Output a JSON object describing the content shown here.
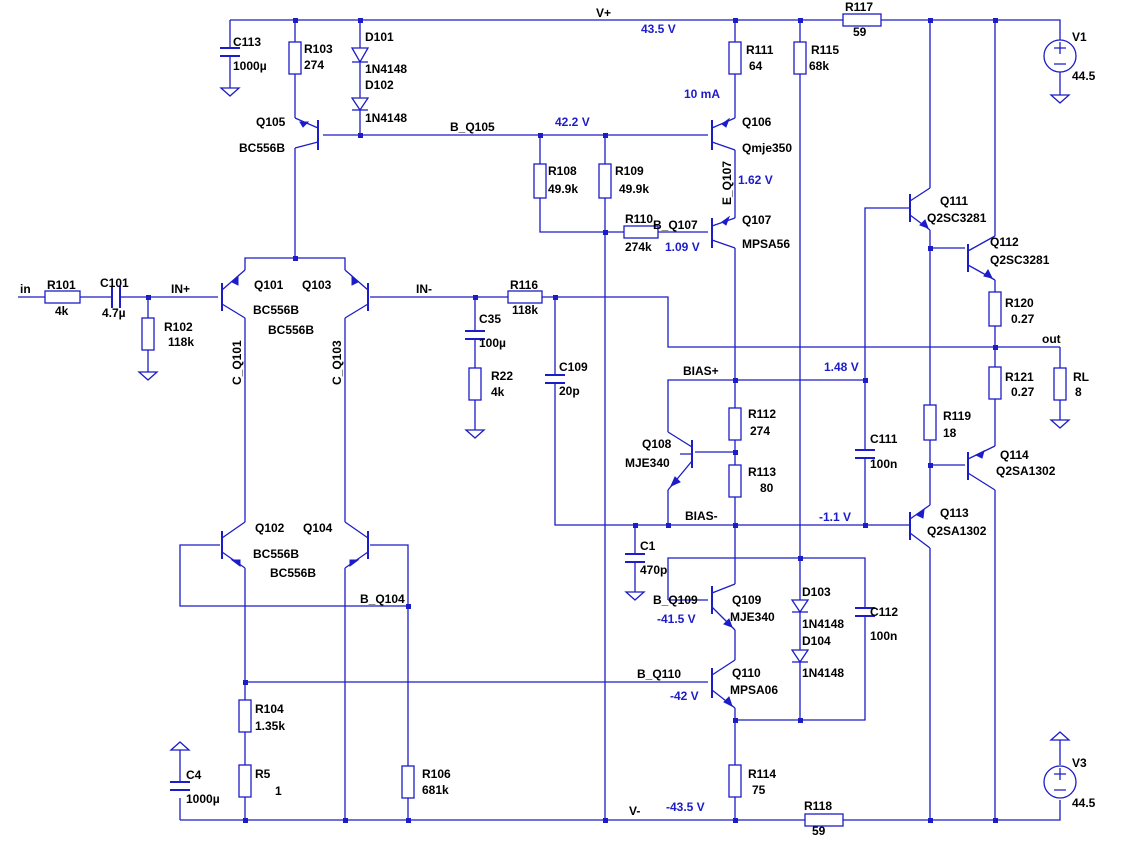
{
  "nets": {
    "vplus": "V+",
    "vminus": "V-",
    "in": "in",
    "in_plus": "IN+",
    "in_minus": "IN-",
    "out": "out",
    "b_q105": "B_Q105",
    "b_q107": "B_Q107",
    "e_q107": "E_Q107",
    "c_q101": "C_Q101",
    "c_q103": "C_Q103",
    "b_q104": "B_Q104",
    "b_q109": "B_Q109",
    "b_q110": "B_Q110",
    "bias_plus": "BIAS+",
    "bias_minus": "BIAS-"
  },
  "measurements": {
    "rail_pos": "43.5 V",
    "rail_neg": "-43.5 V",
    "i_q106": "10 mA",
    "b_q105": "42.2 V",
    "e_q107": "1.62 V",
    "b_q107": "1.09 V",
    "bias_plus": "1.48 V",
    "bias_minus": "-1.1 V",
    "b_q109": "-41.5 V",
    "b_q110": "-42 V"
  },
  "components": {
    "r101": {
      "name": "R101",
      "value": "4k"
    },
    "c101": {
      "name": "C101",
      "value": "4.7µ"
    },
    "r102": {
      "name": "R102",
      "value": "118k"
    },
    "c113": {
      "name": "C113",
      "value": "1000µ"
    },
    "r103": {
      "name": "R103",
      "value": "274"
    },
    "d101": {
      "name": "D101",
      "value": "1N4148"
    },
    "d102": {
      "name": "D102",
      "value": "1N4148"
    },
    "q105": {
      "name": "Q105",
      "value": "BC556B"
    },
    "q101": {
      "name": "Q101",
      "value": "BC556B"
    },
    "q103": {
      "name": "Q103",
      "value": "BC556B"
    },
    "q102": {
      "name": "Q102",
      "value": "BC556B"
    },
    "q104": {
      "name": "Q104",
      "value": "BC556B"
    },
    "r104": {
      "name": "R104",
      "value": "1.35k"
    },
    "r5": {
      "name": "R5",
      "value": "1"
    },
    "c4": {
      "name": "C4",
      "value": "1000µ"
    },
    "r106": {
      "name": "R106",
      "value": "681k"
    },
    "r116": {
      "name": "R116",
      "value": "118k"
    },
    "c35": {
      "name": "C35",
      "value": "100µ"
    },
    "r22": {
      "name": "R22",
      "value": "4k"
    },
    "c109": {
      "name": "C109",
      "value": "20p"
    },
    "r108": {
      "name": "R108",
      "value": "49.9k"
    },
    "r109": {
      "name": "R109",
      "value": "49.9k"
    },
    "r110": {
      "name": "R110",
      "value": "274k"
    },
    "r111": {
      "name": "R111",
      "value": "64"
    },
    "q106": {
      "name": "Q106",
      "value": "Qmje350"
    },
    "q107": {
      "name": "Q107",
      "value": "MPSA56"
    },
    "r115": {
      "name": "R115",
      "value": "68k"
    },
    "r117": {
      "name": "R117",
      "value": "59"
    },
    "r118": {
      "name": "R118",
      "value": "59"
    },
    "v1": {
      "name": "V1",
      "value": "44.5"
    },
    "v3": {
      "name": "V3",
      "value": "44.5"
    },
    "q108": {
      "name": "Q108",
      "value": "MJE340"
    },
    "r112": {
      "name": "R112",
      "value": "274"
    },
    "r113": {
      "name": "R113",
      "value": "80"
    },
    "c111": {
      "name": "C111",
      "value": "100n"
    },
    "c1": {
      "name": "C1",
      "value": "470p"
    },
    "q109": {
      "name": "Q109",
      "value": "MJE340"
    },
    "q110": {
      "name": "Q110",
      "value": "MPSA06"
    },
    "d103": {
      "name": "D103",
      "value": "1N4148"
    },
    "d104": {
      "name": "D104",
      "value": "1N4148"
    },
    "c112": {
      "name": "C112",
      "value": "100n"
    },
    "r114": {
      "name": "R114",
      "value": "75"
    },
    "q111": {
      "name": "Q111",
      "value": "Q2SC3281"
    },
    "q112": {
      "name": "Q112",
      "value": "Q2SC3281"
    },
    "q113": {
      "name": "Q113",
      "value": "Q2SA1302"
    },
    "q114": {
      "name": "Q114",
      "value": "Q2SA1302"
    },
    "r119": {
      "name": "R119",
      "value": "18"
    },
    "r120": {
      "name": "R120",
      "value": "0.27"
    },
    "r121": {
      "name": "R121",
      "value": "0.27"
    },
    "rl": {
      "name": "RL",
      "value": "8"
    }
  }
}
